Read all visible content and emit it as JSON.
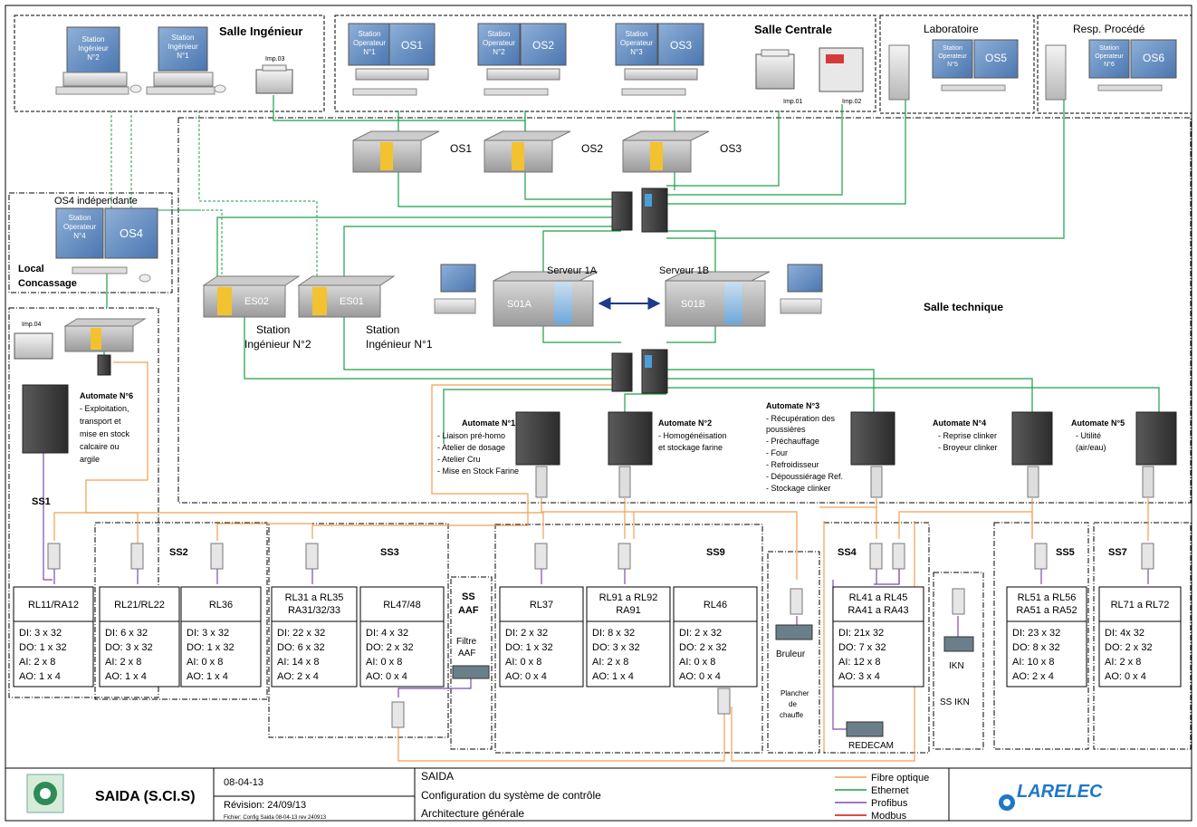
{
  "rooms": {
    "salle_ingenieur": "Salle Ingénieur",
    "salle_centrale": "Salle Centrale",
    "laboratoire": "Laboratoire",
    "resp_procede": "Resp. Procédé",
    "os4_indep": "OS4 indépendante",
    "local_concassage_1": "Local",
    "local_concassage_2": "Concassage",
    "salle_technique": "Salle technique"
  },
  "stations": {
    "ing2": [
      "Station",
      "Ingénieur",
      "N°2"
    ],
    "ing1": [
      "Station",
      "Ingénieur",
      "N°1"
    ],
    "op1": [
      "Station",
      "Operateur",
      "N°1"
    ],
    "op2": [
      "Station",
      "Operateur",
      "N°2"
    ],
    "op3": [
      "Station",
      "Operateur",
      "N°3"
    ],
    "op4": [
      "Station",
      "Operateur",
      "N°4"
    ],
    "op5": [
      "Station",
      "Operateur",
      "N°5"
    ],
    "op6": [
      "Station",
      "Operateur",
      "N°6"
    ],
    "os1": "OS1",
    "os2": "OS2",
    "os3": "OS3",
    "os4": "OS4",
    "os5": "OS5",
    "os6": "OS6"
  },
  "printers": {
    "imp01": "Imp.01",
    "imp02": "Imp.02",
    "imp03": "Imp.03",
    "imp04": "Imp.04"
  },
  "servers": {
    "os1": "OS1",
    "os2": "OS2",
    "os3": "OS3",
    "es02": "ES02",
    "es01": "ES01",
    "s01a": "S01A",
    "s01b": "S01B",
    "serveur1a": "Serveur 1A",
    "serveur1b": "Serveur 1B",
    "sta_ing2_a": "Station",
    "sta_ing2_b": "Ingénieur N°2",
    "sta_ing1_a": "Station",
    "sta_ing1_b": "Ingénieur N°1"
  },
  "automates": {
    "a6": {
      "title": "Automate N°6",
      "lines": [
        "- Exploitation,",
        "transport et",
        "mise en stock",
        "calcaire ou",
        "argile"
      ]
    },
    "a1": {
      "title": "Automate N°1",
      "lines": [
        "- Liaison pré-homo",
        "- Atelier de dosage",
        "- Atelier Cru",
        "- Mise en Stock Farine"
      ]
    },
    "a2": {
      "title": "Automate N°2",
      "lines": [
        "- Homogénéisation",
        "et stockage farine"
      ]
    },
    "a3": {
      "title": "Automate N°3",
      "lines": [
        "- Récupération des",
        "poussières",
        "- Préchauffage",
        "- Four",
        "- Refroidisseur",
        "- Dépoussiérage Ref.",
        "- Stockage clinker"
      ]
    },
    "a4": {
      "title": "Automate N°4",
      "lines": [
        "- Reprise clinker",
        "- Broyeur clinker"
      ]
    },
    "a5": {
      "title": "Automate N°5",
      "lines": [
        "- Utilité",
        "(air/eau)"
      ]
    }
  },
  "substations": {
    "ss1": "SS1",
    "ss2": "SS2",
    "ss3": "SS3",
    "ss9": "SS9",
    "ss4": "SS4",
    "ss5": "SS5",
    "ss7": "SS7",
    "ssaaf_1": "SS",
    "ssaaf_2": "AAF",
    "filtre_1": "Filtre",
    "filtre_2": "AAF",
    "bruleur": "Bruleur",
    "plancher": [
      "Plancher",
      "de",
      "chauffe"
    ],
    "ikn": "IKN",
    "ss_ikn": "SS IKN",
    "redecam": "REDECAM"
  },
  "racks": [
    {
      "name": [
        "RL11/RA12"
      ],
      "io": [
        "DI: 3 x 32",
        "DO: 1 x 32",
        "AI: 2 x 8",
        "AO: 1 x 4"
      ]
    },
    {
      "name": [
        "RL21/RL22"
      ],
      "io": [
        "DI: 6 x 32",
        "DO: 3 x 32",
        "AI: 2 x 8",
        "AO: 1 x 4"
      ]
    },
    {
      "name": [
        "RL36"
      ],
      "io": [
        "DI: 3 x 32",
        "DO: 1 x 32",
        "AI: 0 x 8",
        "AO: 1 x 4"
      ]
    },
    {
      "name": [
        "RL31 a RL35",
        "RA31/32/33"
      ],
      "io": [
        "DI: 22 x 32",
        "DO: 6 x 32",
        "AI: 14 x 8",
        "AO: 2 x 4"
      ]
    },
    {
      "name": [
        "RL47/48"
      ],
      "io": [
        "DI: 4 x 32",
        "DO: 2 x 32",
        "AI: 0 x 8",
        "AO: 0 x 4"
      ]
    },
    {
      "name": [
        "RL37"
      ],
      "io": [
        "DI: 2 x 32",
        "DO: 1 x 32",
        "AI: 0 x 8",
        "AO: 0 x 4"
      ]
    },
    {
      "name": [
        "RL91 a RL92",
        "RA91"
      ],
      "io": [
        "DI: 8 x 32",
        "DO: 3 x 32",
        "AI: 2 x 8",
        "AO: 1 x 4"
      ]
    },
    {
      "name": [
        "RL46"
      ],
      "io": [
        "DI: 2 x 32",
        "DO: 2 x 32",
        "AI: 0 x 8",
        "AO: 0 x 4"
      ]
    },
    {
      "name": [
        "RL41 a RL45",
        "RA41 a RA43"
      ],
      "io": [
        "DI: 21x 32",
        "DO:  7 x 32",
        "AI: 12 x 8",
        "AO: 3 x 4"
      ]
    },
    {
      "name": [
        "RL51 a RL56",
        "RA51 a RA52"
      ],
      "io": [
        "DI: 23 x 32",
        "DO: 8 x 32",
        "AI: 10 x 8",
        "AO: 2 x 4"
      ]
    },
    {
      "name": [
        "RL71 a RL72"
      ],
      "io": [
        "DI: 4x 32",
        "DO: 2 x 32",
        "AI: 2 x 8",
        "AO: 0 x 4"
      ]
    }
  ],
  "footer": {
    "company": "SAIDA  (S.CI.S)",
    "date": "08-04-13",
    "revision": "Révision: 24/09/13",
    "file": "Fichier:  Config Saida 08-04-13 rev 240913",
    "title1": "SAIDA",
    "title2": "Configuration du système de contrôle",
    "title3": "Architecture générale",
    "legend": [
      {
        "label": "Fibre optique",
        "color": "#f0a050"
      },
      {
        "label": "Ethernet",
        "color": "#1aa04a"
      },
      {
        "label": "Profibus",
        "color": "#7b4bb0"
      },
      {
        "label": "Modbus",
        "color": "#d01010"
      }
    ],
    "logo": "LARELEC"
  },
  "colors": {
    "ethernet": "#1aa04a",
    "fibre": "#f0a050",
    "profibus": "#7b4bb0",
    "modbus": "#d01010",
    "logo_blue": "#1e78c8"
  }
}
